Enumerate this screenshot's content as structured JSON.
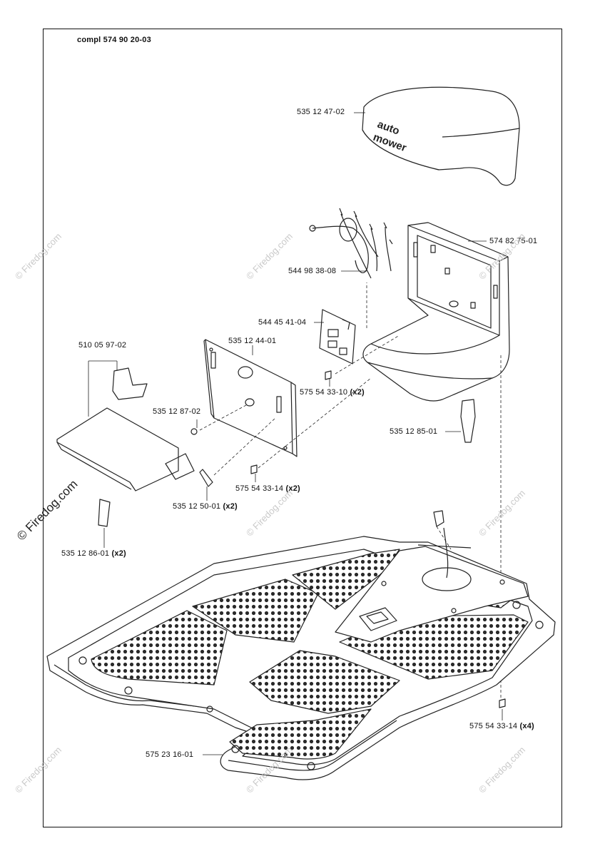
{
  "header": {
    "assembly_label": "compl 574 90 20-03"
  },
  "watermark": {
    "text": "© Firedog.com"
  },
  "cover_text": "auto mower",
  "parts": [
    {
      "id": "p1",
      "number": "535 12 47-02",
      "qty": ""
    },
    {
      "id": "p2",
      "number": "574 82 75-01",
      "qty": ""
    },
    {
      "id": "p3",
      "number": "544 98 38-08",
      "qty": ""
    },
    {
      "id": "p4",
      "number": "544 45 41-04",
      "qty": ""
    },
    {
      "id": "p5",
      "number": "535 12 44-01",
      "qty": ""
    },
    {
      "id": "p6",
      "number": "510 05 97-02",
      "qty": ""
    },
    {
      "id": "p7",
      "number": "575 54 33-10",
      "qty": "(x2)"
    },
    {
      "id": "p8",
      "number": "535 12 87-02",
      "qty": ""
    },
    {
      "id": "p9",
      "number": "535 12 85-01",
      "qty": ""
    },
    {
      "id": "p10",
      "number": "575 54 33-14",
      "qty": "(x2)"
    },
    {
      "id": "p11",
      "number": "535 12 50-01",
      "qty": "(x2)"
    },
    {
      "id": "p12",
      "number": "535 12 86-01",
      "qty": "(x2)"
    },
    {
      "id": "p13",
      "number": "575 54 33-14",
      "qty": "(x4)"
    },
    {
      "id": "p14",
      "number": "575 23 16-01",
      "qty": ""
    }
  ]
}
